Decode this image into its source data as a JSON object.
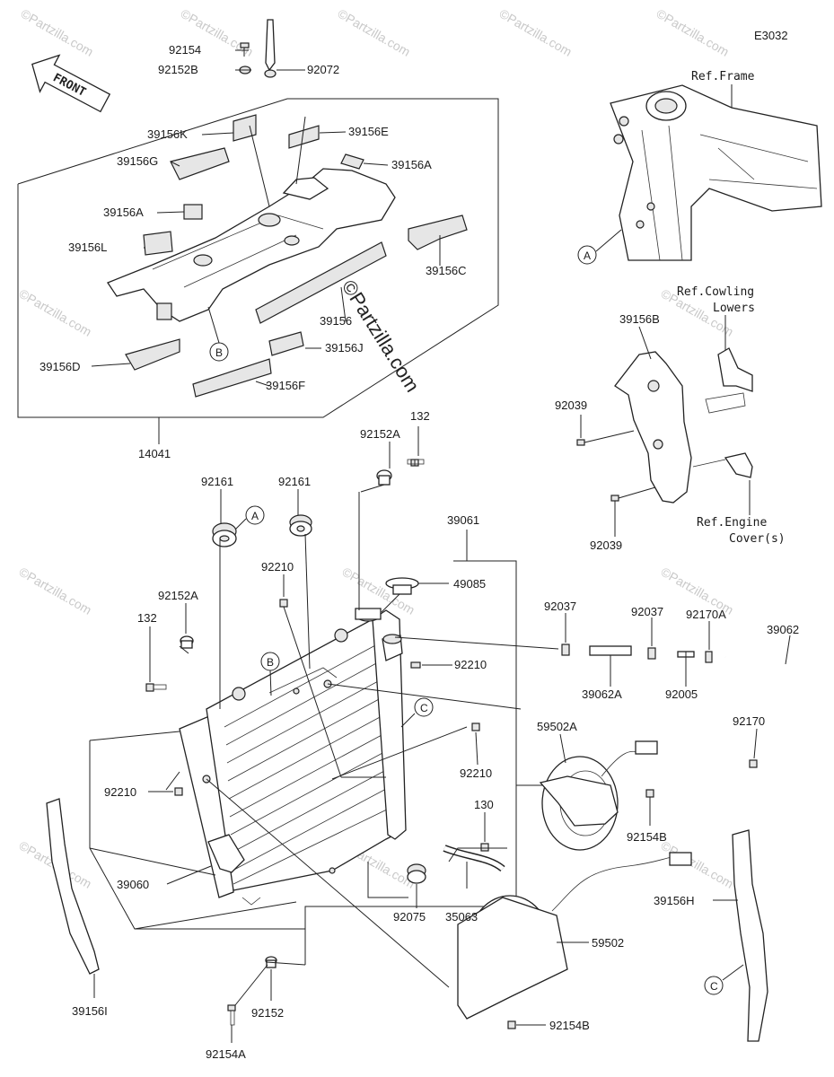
{
  "diagram_code": "E3032",
  "front_arrow": "FRONT",
  "watermark_text": "©Partzilla.com",
  "center_watermark": "©Partzilla.com",
  "refs": {
    "frame": "Ref.Frame",
    "cowling_1": "Ref.Cowling",
    "cowling_2": "Lowers",
    "engine_1": "Ref.Engine",
    "engine_2": "Cover(s)"
  },
  "callouts": {
    "a": "A",
    "b": "B",
    "c": "C"
  },
  "parts": {
    "p92154": "92154",
    "p92152B": "92152B",
    "p92072": "92072",
    "p39156K": "39156K",
    "p39156E": "39156E",
    "p39156G": "39156G",
    "p39156A_top": "39156A",
    "p39156A_left": "39156A",
    "p39156L": "39156L",
    "p39156C": "39156C",
    "p39156": "39156",
    "p39156J": "39156J",
    "p39156D": "39156D",
    "p39156F": "39156F",
    "p14041": "14041",
    "p92152A_top": "92152A",
    "p132_top": "132",
    "p92161_left": "92161",
    "p92161_right": "92161",
    "p39061": "39061",
    "p92210_top": "92210",
    "p49085": "49085",
    "p92152A_left": "92152A",
    "p132_left": "132",
    "p92037_left": "92037",
    "p92037_right": "92037",
    "p92170A": "92170A",
    "p39062": "39062",
    "p92210_mid": "92210",
    "p39062A": "39062A",
    "p92005": "92005",
    "p59502A": "59502A",
    "p92170": "92170",
    "p92210_right": "92210",
    "p92210_left": "92210",
    "p92154B_mid": "92154B",
    "p130": "130",
    "p39060": "39060",
    "p92075": "92075",
    "p35063": "35063",
    "p39156H": "39156H",
    "p59502": "59502",
    "p39156I": "39156I",
    "p92152": "92152",
    "p92154A": "92154A",
    "p92154B_bot": "92154B",
    "p39156B": "39156B",
    "p92039_top": "92039",
    "p92039_bot": "92039"
  }
}
